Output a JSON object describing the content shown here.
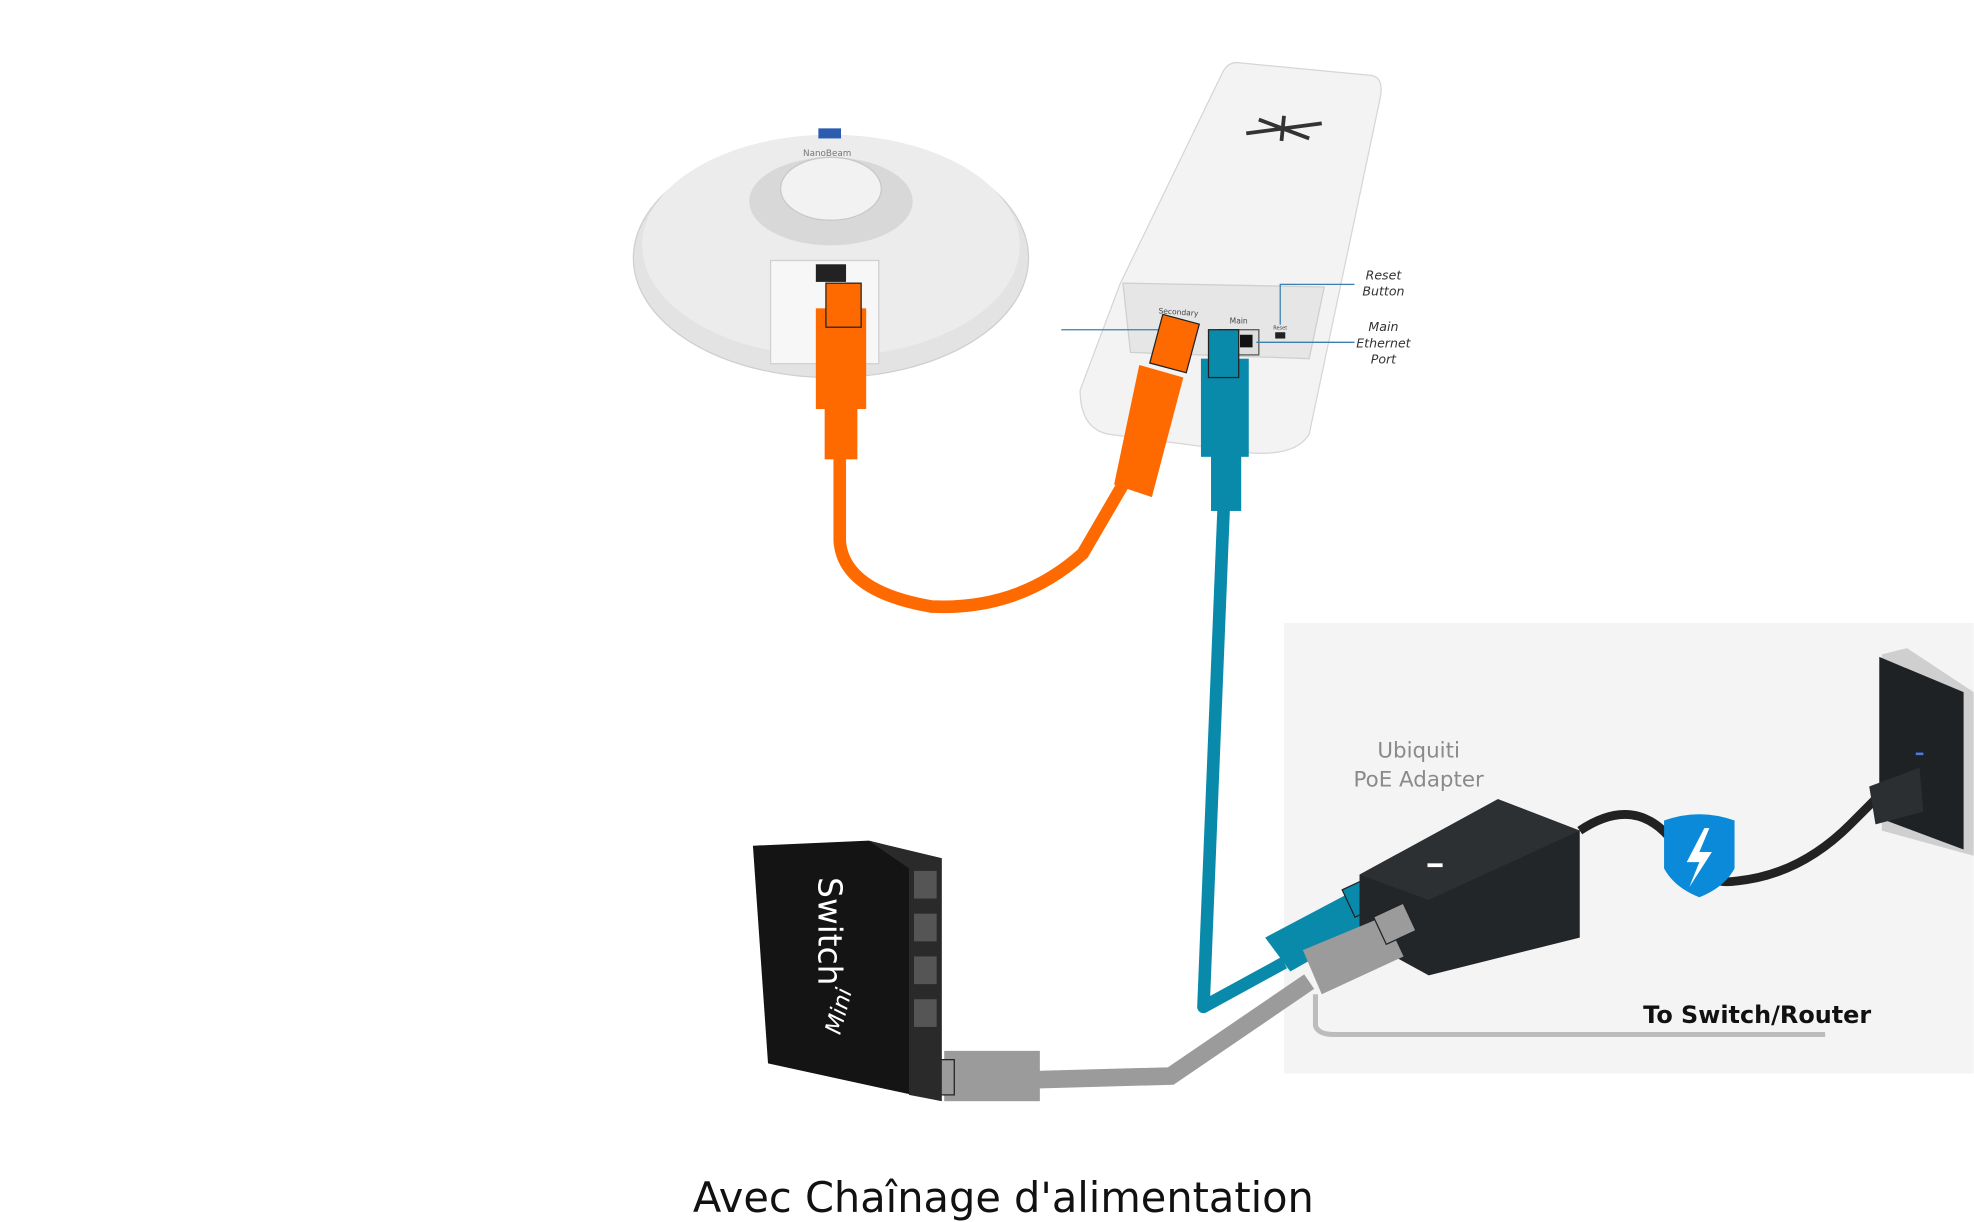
{
  "caption": "Avec Chaînage d'alimentation",
  "nanostation": {
    "logo_text": "",
    "port_secondary": "Secondary",
    "port_main": "Main",
    "reset_small": "Reset",
    "callouts": {
      "reset_line1": "Reset",
      "reset_line2": "Button",
      "main_line1": "Main",
      "main_line2": "Ethernet",
      "main_line3": "Port"
    }
  },
  "nanobeam": {
    "label": "NanoBeam"
  },
  "poe": {
    "title_line1": "Ubiquiti",
    "title_line2": "PoE Adapter",
    "to_switch": "To Switch/Router"
  },
  "switch": {
    "brand": "Switch",
    "brand_script": "Mini"
  },
  "colors": {
    "orange_cable": "#ff6a00",
    "blue_cable": "#0a8aaa",
    "gray_cable": "#9b9b9b",
    "shield": "#0a8ad8",
    "device_black": "#232628"
  },
  "icons": {
    "surge": "lightning-shield-icon",
    "outlet": "wall-outlet-icon"
  }
}
